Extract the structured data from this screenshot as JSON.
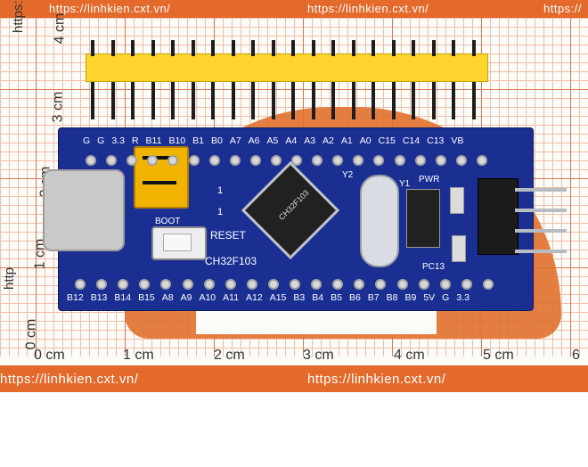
{
  "watermarks": {
    "top_left": "https://linhkien.cxt.vn/",
    "top_center": "https://linhkien.cxt.vn/",
    "top_right": "https://",
    "bottom_left": "https://linhkien.cxt.vn/",
    "bottom_center": "https://linhkien.cxt.vn/",
    "left_vertical_top": "https://linhkien.cxt.vn/",
    "left_vertical_bottom": "http"
  },
  "ruler": {
    "x_labels": [
      "0 cm",
      "1 cm",
      "2 cm",
      "3 cm",
      "4 cm",
      "5 cm",
      "6"
    ],
    "y_labels": [
      "4 cm",
      "3 cm",
      "2 cm",
      "1 cm",
      "0 cm"
    ]
  },
  "board": {
    "top_pins": [
      "G",
      "G",
      "3.3",
      "R",
      "B11",
      "B10",
      "B1",
      "B0",
      "A7",
      "A6",
      "A5",
      "A4",
      "A3",
      "A2",
      "A1",
      "A0",
      "C15",
      "C14",
      "C13",
      "VB"
    ],
    "bottom_pins": [
      "B12",
      "B13",
      "B14",
      "B15",
      "A8",
      "A9",
      "A10",
      "A11",
      "A12",
      "A15",
      "B3",
      "B4",
      "B5",
      "B6",
      "B7",
      "B8",
      "B9",
      "5V",
      "G",
      "3.3"
    ],
    "labels": {
      "boot": "BOOT",
      "reset": "RESET",
      "mcu": "CH32F103",
      "y2": "Y2",
      "y1": "Y1",
      "pwr": "PWR",
      "pc13": "PC13",
      "one_top": "1",
      "one_bottom": "1"
    },
    "chip_text": "CH32F103"
  }
}
